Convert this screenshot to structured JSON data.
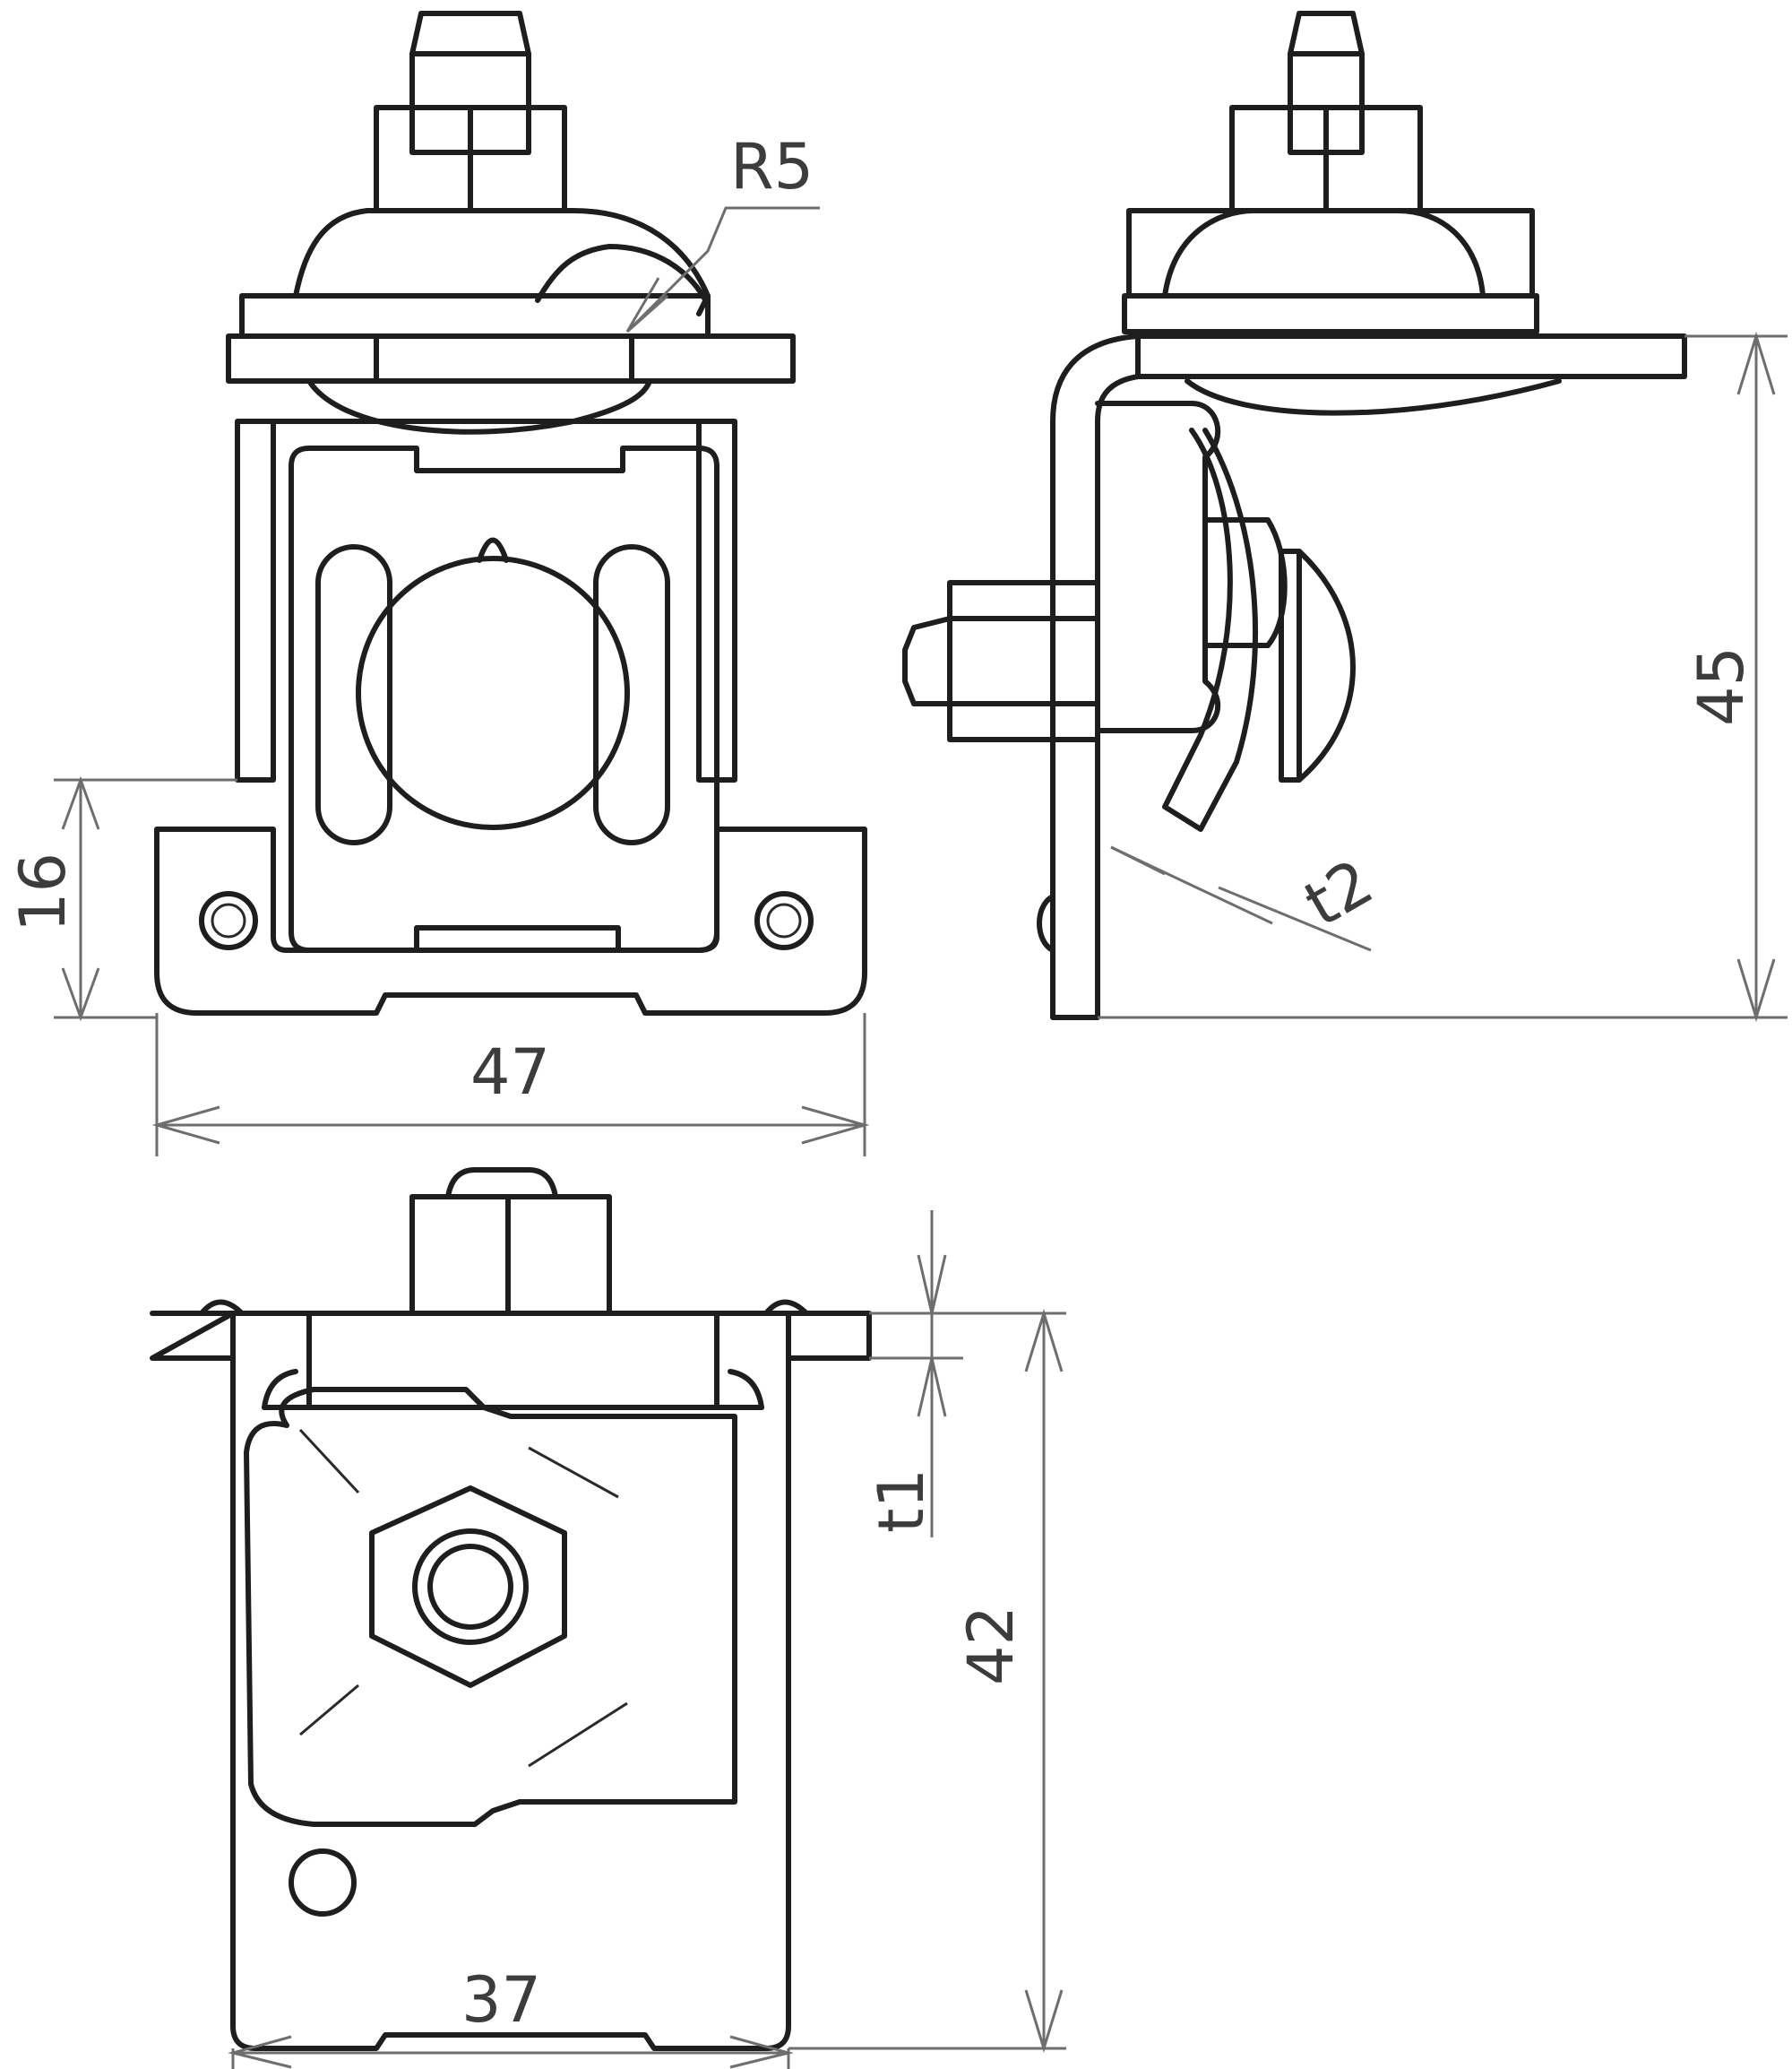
{
  "figure": {
    "type": "technical-drawing",
    "subject": "clamp with bolt, three orthographic views",
    "stroke_color": "#1e1e1e",
    "dimension_color": "#6e6e6e"
  },
  "views": {
    "front": {
      "dimensions": {
        "width": "47",
        "base_height": "16",
        "radius": "R5"
      }
    },
    "side": {
      "dimensions": {
        "height": "45",
        "thickness": "t2"
      }
    },
    "top": {
      "dimensions": {
        "width": "37",
        "height": "42",
        "thickness": "t1"
      }
    }
  }
}
